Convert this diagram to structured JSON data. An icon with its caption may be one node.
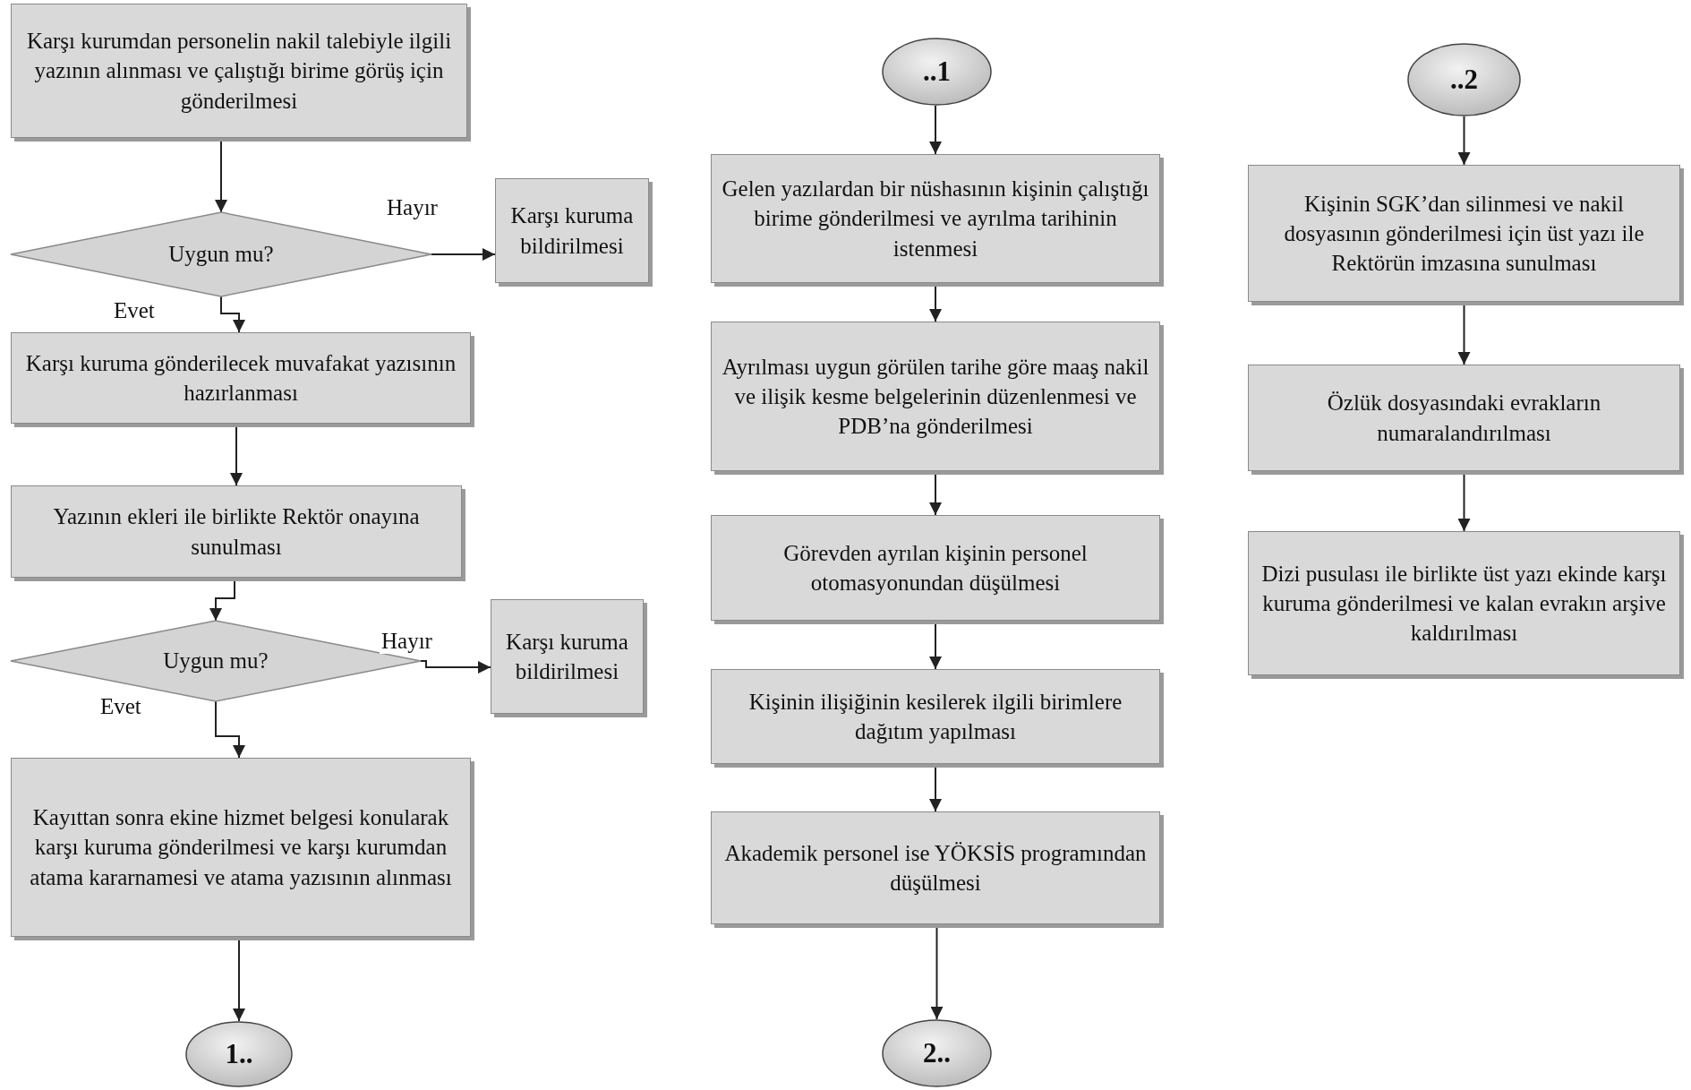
{
  "diagram": {
    "nodes": [
      {
        "text": [
          "Karşı kurumdan  personelin nakil talebiyle ilgili yazının alınması  ve çalıştığı birime görüş için gönderilmesi"
        ]
      },
      {
        "text": [
          "Uygun mu?"
        ]
      },
      {
        "text": [
          "Karşı kuruma bildirilmesi"
        ]
      },
      {
        "text": [
          "Karşı kuruma gönderilecek muvafakat yazısının hazırlanması"
        ]
      },
      {
        "text": [
          "Yazının ekleri ile birlikte Rektör onayına sunulması"
        ]
      },
      {
        "text": [
          "Uygun mu?"
        ]
      },
      {
        "text": [
          "Karşı kuruma bildirilmesi"
        ]
      },
      {
        "text": [
          "Kayıttan sonra ekine hizmet belgesi konularak karşı kuruma gönderilmesi ve karşı kurumdan atama  kararnamesi ve atama  yazısının alınması"
        ]
      },
      {
        "text": [
          "1.."
        ]
      },
      {
        "text": [
          "..1"
        ]
      },
      {
        "text": [
          "Gelen yazılardan bir nüshasının kişinin çalıştığı birime gönderilmesi ve ayrılma tarihinin istenmesi"
        ]
      },
      {
        "text": [
          "Ayrılması uygun görülen tarihe göre maaş  nakil ve ilişik kesme belgelerinin düzenlenmesi ve PDB’na gönderilmesi"
        ]
      },
      {
        "text": [
          "Görevden ayrılan kişinin  personel otomasyonundan  düşülmesi"
        ]
      },
      {
        "text": [
          "Kişinin ilişiğinin kesilerek  ilgili birimlere dağıtım yapılması"
        ]
      },
      {
        "text": [
          "Akademik personel ise YÖKSİS programından düşülmesi"
        ]
      },
      {
        "text": [
          "2.."
        ]
      },
      {
        "text": [
          "..2"
        ]
      },
      {
        "text": [
          "Kişinin SGK’dan silinmesi ve nakil dosyasının gönderilmesi için üst yazı ile Rektörün imzasına sunulması"
        ]
      },
      {
        "text": [
          "Özlük dosyasındaki  evrakların numaralandırılması"
        ]
      },
      {
        "text": [
          "Dizi pusulası ile birlikte üst yazı ekinde karşı kuruma gönderilmesi ve kalan evrakın arşive kaldırılması"
        ]
      }
    ],
    "edges": [
      {
        "from": 0,
        "to": 1,
        "arrow": "to"
      },
      {
        "from": 1,
        "to": 2,
        "arrow": "to",
        "label": "Hayır"
      },
      {
        "from": 1,
        "to": 3,
        "arrow": "to",
        "label": "Evet"
      },
      {
        "from": 3,
        "to": 4,
        "arrow": "to"
      },
      {
        "from": 4,
        "to": 5,
        "arrow": "to"
      },
      {
        "from": 5,
        "to": 6,
        "arrow": "to",
        "label": "Hayır"
      },
      {
        "from": 5,
        "to": 7,
        "arrow": "to",
        "label": "Evet"
      },
      {
        "from": 7,
        "to": 8,
        "arrow": "to"
      },
      {
        "from": 9,
        "to": 10,
        "arrow": "to"
      },
      {
        "from": 10,
        "to": 11,
        "arrow": "to"
      },
      {
        "from": 11,
        "to": 12,
        "arrow": "to"
      },
      {
        "from": 12,
        "to": 13,
        "arrow": "to"
      },
      {
        "from": 13,
        "to": 14,
        "arrow": "to"
      },
      {
        "from": 14,
        "to": 15,
        "arrow": "to"
      },
      {
        "from": 16,
        "to": 17,
        "arrow": "to"
      },
      {
        "from": 17,
        "to": 18,
        "arrow": "to"
      },
      {
        "from": 18,
        "to": 19,
        "arrow": "to"
      }
    ]
  }
}
